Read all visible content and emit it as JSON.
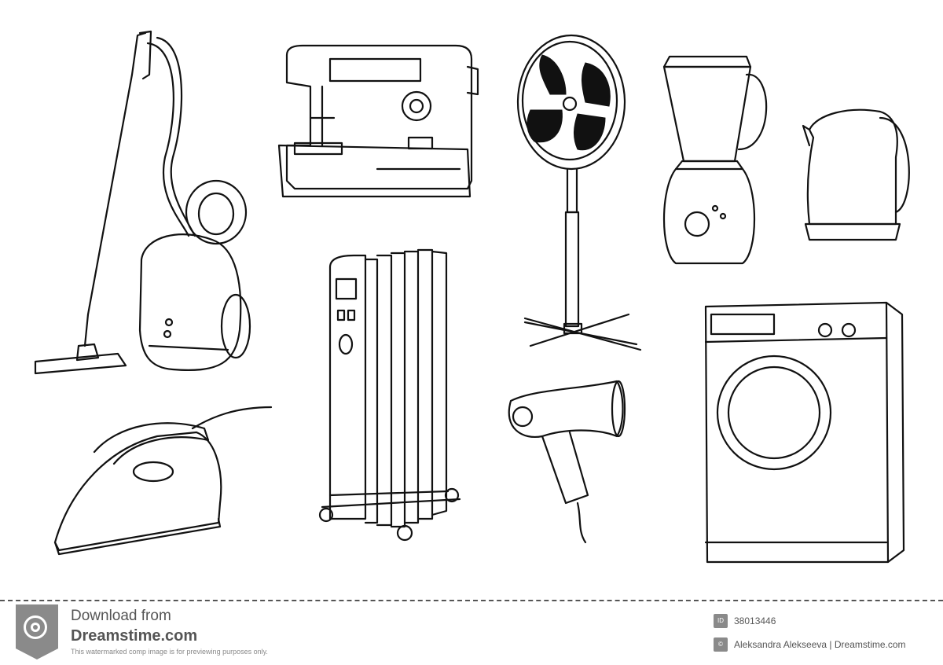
{
  "illustration": {
    "items": [
      "vacuum-cleaner",
      "sewing-machine",
      "standing-fan",
      "blender",
      "electric-kettle",
      "oil-radiator",
      "washing-machine",
      "steam-iron",
      "hair-dryer"
    ],
    "line_color": "#111111",
    "background": "#ffffff"
  },
  "watermark": {
    "line1": "Download from",
    "line2": "Dreamstime.com",
    "note": "This watermarked comp image is for previewing purposes only.",
    "id_label": "ID",
    "id_value": "38013446",
    "credit": "Aleksandra Alekseeva | Dreamstime.com",
    "badge_color": "#8a8a8a"
  }
}
